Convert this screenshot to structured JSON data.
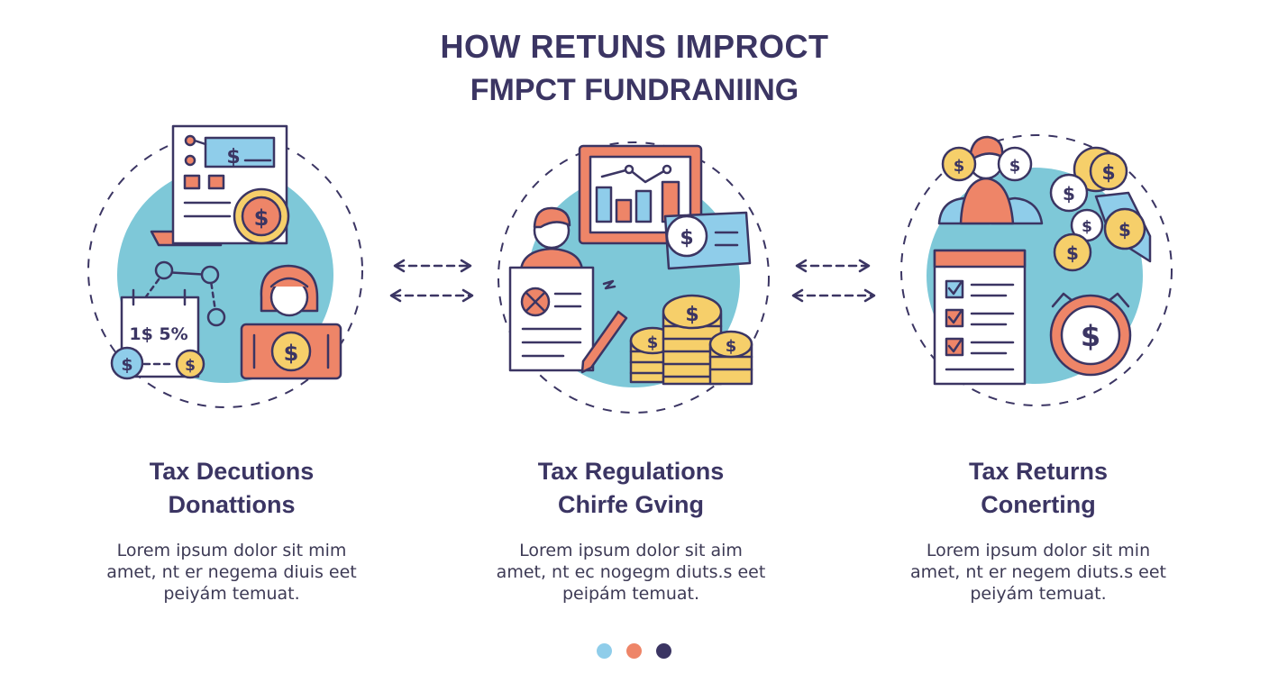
{
  "header": {
    "title_line1": "HOW RETUNS IMPROCT",
    "title_line2": "FMPCT FUNDRANIING"
  },
  "columns": [
    {
      "title_line1": "Tax Decutions",
      "title_line2": "Donattions",
      "body_lines": [
        "Lorem ipsum  dolor sit mim",
        "amet, nt er  negema diuis eet",
        "peiyám temuat."
      ]
    },
    {
      "title_line1": "Tax Regulations",
      "title_line2": "Chirfe  Gving",
      "body_lines": [
        "Lorem ipsum  dolor sit aim",
        "amet, nt ec nogegm diuts.s eet",
        "peipám temuat."
      ]
    },
    {
      "title_line1": "Tax Returns",
      "title_line2": "Conerting",
      "body_lines": [
        "Lorem ipsum  dolor  sit min",
        "amet, nt er  negem diuts.s eet",
        "peiyám temuat."
      ]
    }
  ],
  "illustration_labels": {
    "dollar": "$",
    "calendar_text": "1$ 5%"
  },
  "colors": {
    "navy": "#3b3563",
    "teal": "#7ec8d8",
    "coral": "#ee8568",
    "yellow": "#f6cf6a",
    "blue": "#8fcdea"
  },
  "pagination": {
    "dot_colors": [
      "#8fcdea",
      "#ee8568",
      "#3b3563"
    ],
    "active_index": 2
  }
}
